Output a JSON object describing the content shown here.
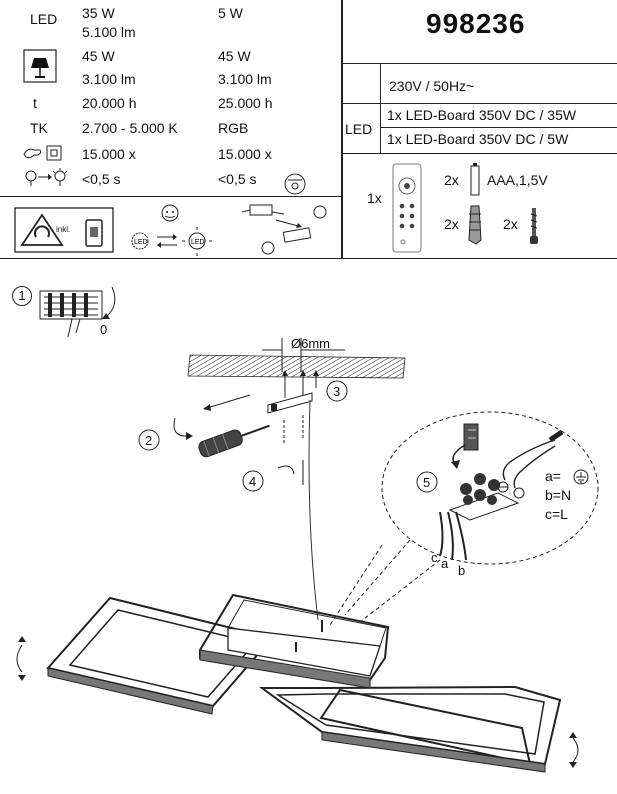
{
  "specs": {
    "led_label": "LED",
    "led_col1_watt": "35 W",
    "led_col1_lm": "5.100 lm",
    "led_col2_watt": "5 W",
    "lamp_col1_watt": "45 W",
    "lamp_col1_lm": "3.100 lm",
    "lamp_col2_watt": "45 W",
    "lamp_col2_lm": "3.100 lm",
    "life_label": "t",
    "life_col1": "20.000 h",
    "life_col2": "25.000 h",
    "tk_label": "TK",
    "tk_col1": "2.700 - 5.000 K",
    "tk_col2": "RGB",
    "cycles_col1": "15.000 x",
    "cycles_col2": "15.000 x",
    "startup_col1": "<0,5 s",
    "startup_col2": "<0,5 s",
    "inkl_label": "inkl."
  },
  "product": {
    "article_number": "998236",
    "voltage": "230V  / 50Hz~",
    "led_label": "LED",
    "led_board_1": "1x LED-Board 350V DC / 35W",
    "led_board_2": "1x LED-Board 350V DC / 5W"
  },
  "accessories": {
    "remote_qty": "1x",
    "battery_qty": "2x",
    "battery_type": "AAA,1,5V",
    "dowel_qty": "2x",
    "screw_qty": "2x"
  },
  "steps": {
    "s1": "1",
    "s1_zero": "0",
    "s2": "2",
    "s3": "3",
    "s4": "4",
    "s5": "5",
    "hole": "Ø6mm"
  },
  "wiring": {
    "a": "a=",
    "b": "b=N",
    "c": "c=L",
    "lbl_c": "c",
    "lbl_a": "a",
    "lbl_b": "b"
  }
}
